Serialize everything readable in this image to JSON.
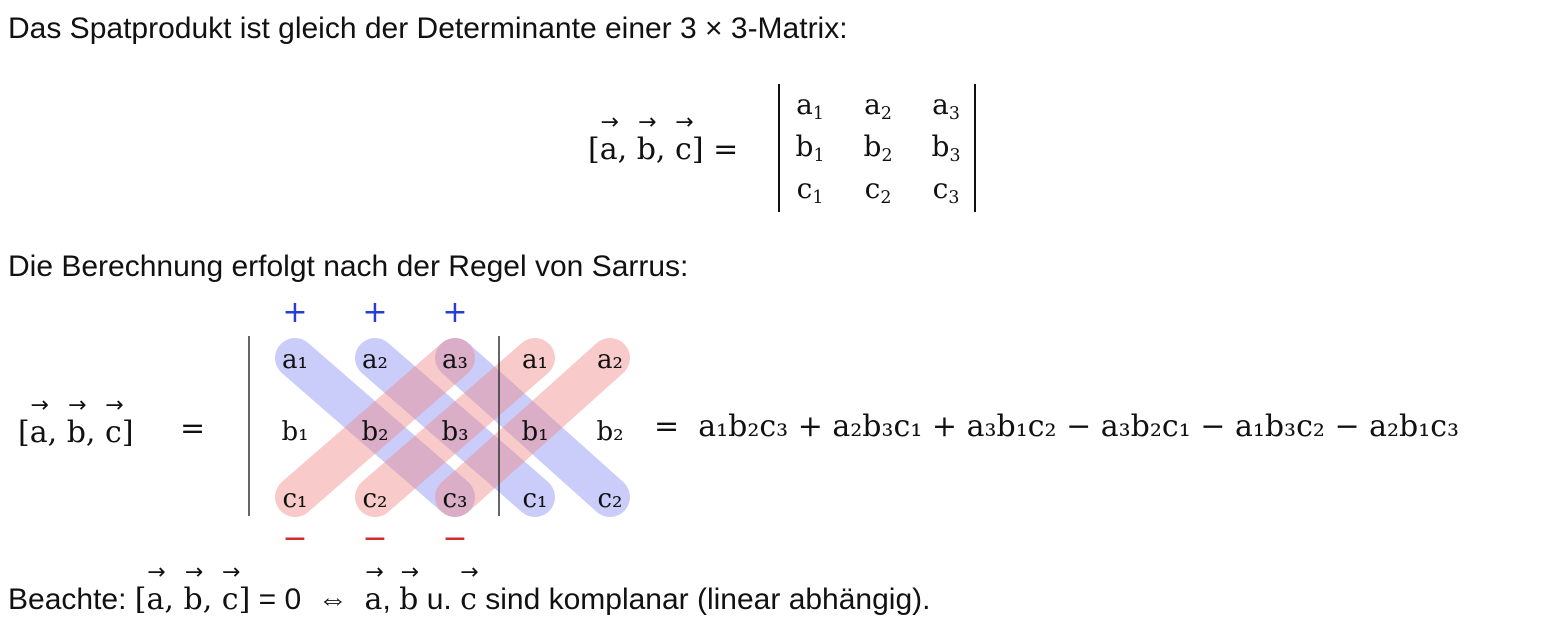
{
  "text": {
    "line1": "Das Spatprodukt ist gleich der Determinante einer 3 × 3-Matrix:",
    "line2": "Die Berechnung erfolgt nach der Regel von Sarrus:",
    "line3_prefix": "Beachte:",
    "line3_zero": "= 0",
    "line3_iff": "⇔",
    "line3_u": "u.",
    "line3_suffix": "sind komplanar (linear abhängig)."
  },
  "vectors": {
    "a": "a",
    "b": "b",
    "c": "c"
  },
  "lhs": {
    "open": "[",
    "comma": ",",
    "close": "]",
    "equals": "="
  },
  "determinant": {
    "rows": [
      [
        {
          "base": "a",
          "sub": "1"
        },
        {
          "base": "a",
          "sub": "2"
        },
        {
          "base": "a",
          "sub": "3"
        }
      ],
      [
        {
          "base": "b",
          "sub": "1"
        },
        {
          "base": "b",
          "sub": "2"
        },
        {
          "base": "b",
          "sub": "3"
        }
      ],
      [
        {
          "base": "c",
          "sub": "1"
        },
        {
          "base": "c",
          "sub": "2"
        },
        {
          "base": "c",
          "sub": "3"
        }
      ]
    ]
  },
  "sarrus": {
    "plus_sign": "+",
    "minus_sign": "−",
    "extended_rows": [
      [
        "a₁",
        "a₂",
        "a₃",
        "a₁",
        "a₂"
      ],
      [
        "b₁",
        "b₂",
        "b₃",
        "b₁",
        "b₂"
      ],
      [
        "c₁",
        "c₂",
        "c₃",
        "c₁",
        "c₂"
      ]
    ],
    "positive_color": "#7b7ff0",
    "negative_color": "#f08a8a",
    "plus_color": "#2b3bd6",
    "minus_color": "#d62b2b",
    "result": "a₁b₂c₃ + a₂b₃c₁ + a₃b₁c₂ − a₃b₂c₁ − a₁b₃c₂ − a₂b₁c₃"
  }
}
